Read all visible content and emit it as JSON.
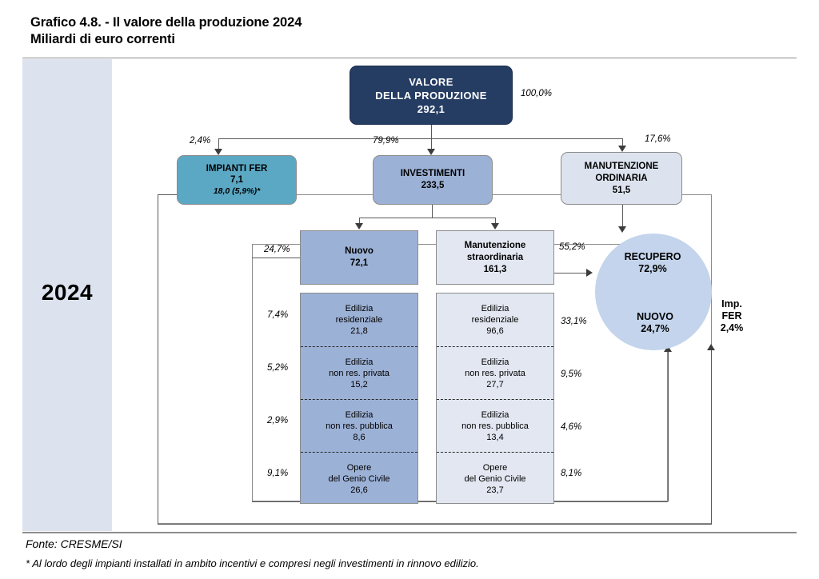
{
  "header": {
    "title_line1": "Grafico 4.8. - Il valore della produzione 2024",
    "title_line2": "Miliardi di euro correnti"
  },
  "year_band": {
    "label": "2024"
  },
  "nodes": {
    "root": {
      "line1": "VALORE",
      "line2": "DELLA PRODUZIONE",
      "value": "292,1",
      "pct": "100,0%"
    },
    "fer": {
      "line1": "IMPIANTI FER",
      "value": "7,1",
      "note": "18,0  (5,9%)*",
      "pct": "2,4%"
    },
    "inv": {
      "line1": "INVESTIMENTI",
      "value": "233,5",
      "pct": "79,9%"
    },
    "man": {
      "line1": "MANUTENZIONE",
      "line2": "ORDINARIA",
      "value": "51,5",
      "pct": "17,6%"
    },
    "nuovo": {
      "line1": "Nuovo",
      "value": "72,1",
      "pct": "24,7%"
    },
    "mstr": {
      "line1": "Manutenzione",
      "line2": "straordinaria",
      "value": "161,3",
      "pct": "55,2%"
    }
  },
  "left_column": [
    {
      "line1": "Edilizia",
      "line2": "residenziale",
      "value": "21,8",
      "pct": "7,4%"
    },
    {
      "line1": "Edilizia",
      "line2": "non res. privata",
      "value": "15,2",
      "pct": "5,2%"
    },
    {
      "line1": "Edilizia",
      "line2": "non res. pubblica",
      "value": "8,6",
      "pct": "2,9%"
    },
    {
      "line1": "Opere",
      "line2": "del Genio Civile",
      "value": "26,6",
      "pct": "9,1%"
    }
  ],
  "right_column": [
    {
      "line1": "Edilizia",
      "line2": "residenziale",
      "value": "96,6",
      "pct": "33,1%"
    },
    {
      "line1": "Edilizia",
      "line2": "non res. privata",
      "value": "27,7",
      "pct": "9,5%"
    },
    {
      "line1": "Edilizia",
      "line2": "non res. pubblica",
      "value": "13,4",
      "pct": "4,6%"
    },
    {
      "line1": "Opere",
      "line2": "del Genio Civile",
      "value": "23,7",
      "pct": "8,1%"
    }
  ],
  "pie_labels": {
    "recupero_name": "RECUPERO",
    "recupero_value": "72,9%",
    "nuovo_name": "NUOVO",
    "nuovo_value": "24,7%",
    "fer_line1": "Imp.",
    "fer_line2": "FER",
    "fer_value": "2,4%"
  },
  "footer": {
    "source": "Fonte: CRESME/SI",
    "note": "* Al lordo degli impianti installati in ambito incentivi e compresi negli investimenti in rinnovo edilizio."
  },
  "colors": {
    "navy": "#253d63",
    "teal": "#5ba8c4",
    "mid_blue": "#9cb1d6",
    "pale_blue": "#dde3ee",
    "very_pale": "#e2e7f1",
    "pie_recupero": "#c3d4ec",
    "pie_nuovo": "#8aa6d8",
    "pie_fer": "#5a7fc4"
  },
  "chart_data": {
    "type": "pie",
    "title": "Valore della produzione 2024 - ripartizione",
    "categories": [
      "RECUPERO",
      "NUOVO",
      "Imp. FER"
    ],
    "values": [
      72.9,
      24.7,
      2.4
    ],
    "unit": "%",
    "legend": "inline-labels",
    "flow_total": 292.1,
    "flow_unit": "Miliardi di euro correnti",
    "nodes": [
      {
        "name": "VALORE DELLA PRODUZIONE",
        "value": 292.1,
        "pct": 100.0,
        "level": 0
      },
      {
        "name": "IMPIANTI FER",
        "value": 7.1,
        "pct": 2.4,
        "level": 1,
        "alt_value": 18.0,
        "alt_pct": 5.9
      },
      {
        "name": "INVESTIMENTI",
        "value": 233.5,
        "pct": 79.9,
        "level": 1
      },
      {
        "name": "MANUTENZIONE ORDINARIA",
        "value": 51.5,
        "pct": 17.6,
        "level": 1
      },
      {
        "name": "Nuovo",
        "value": 72.1,
        "pct": 24.7,
        "level": 2
      },
      {
        "name": "Manutenzione straordinaria",
        "value": 161.3,
        "pct": 55.2,
        "level": 2
      },
      {
        "name": "Nuovo / Edilizia residenziale",
        "value": 21.8,
        "pct": 7.4,
        "level": 3
      },
      {
        "name": "Nuovo / Edilizia non res. privata",
        "value": 15.2,
        "pct": 5.2,
        "level": 3
      },
      {
        "name": "Nuovo / Edilizia non res. pubblica",
        "value": 8.6,
        "pct": 2.9,
        "level": 3
      },
      {
        "name": "Nuovo / Opere del Genio Civile",
        "value": 26.6,
        "pct": 9.1,
        "level": 3
      },
      {
        "name": "Man. straord. / Edilizia residenziale",
        "value": 96.6,
        "pct": 33.1,
        "level": 3
      },
      {
        "name": "Man. straord. / Edilizia non res. privata",
        "value": 27.7,
        "pct": 9.5,
        "level": 3
      },
      {
        "name": "Man. straord. / Edilizia non res. pubblica",
        "value": 13.4,
        "pct": 4.6,
        "level": 3
      },
      {
        "name": "Man. straord. / Opere del Genio Civile",
        "value": 23.7,
        "pct": 8.1,
        "level": 3
      }
    ]
  }
}
